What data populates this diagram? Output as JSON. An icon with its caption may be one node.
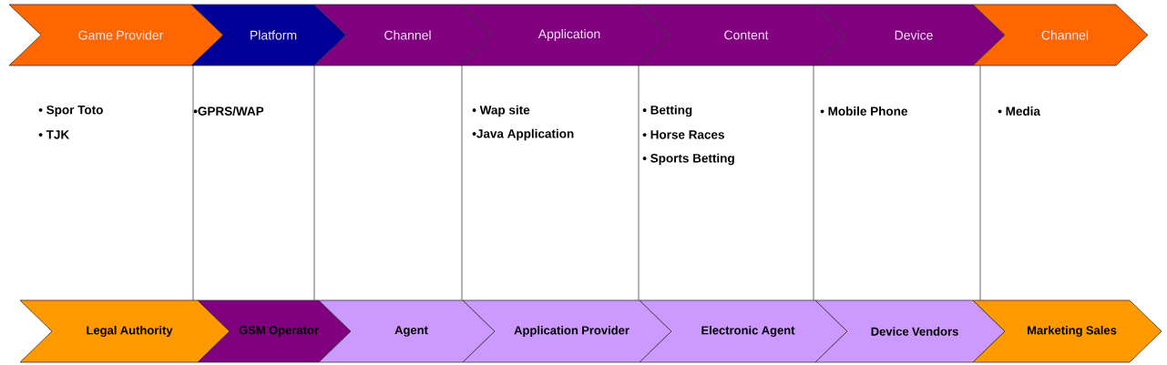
{
  "diagram": {
    "nodes": [
      {
        "text": [
          "Game Provider"
        ]
      },
      {
        "text": [
          "Platform"
        ]
      },
      {
        "text": [
          "Channel"
        ]
      },
      {
        "text": [
          "Application"
        ]
      },
      {
        "text": [
          "Content"
        ]
      },
      {
        "text": [
          "Device"
        ]
      },
      {
        "text": [
          "Channel"
        ]
      },
      {
        "text": [
          "Legal Authority"
        ]
      },
      {
        "text": [
          "GSM Operator"
        ]
      },
      {
        "text": [
          "Agent"
        ]
      },
      {
        "text": [
          "Application Provider"
        ]
      },
      {
        "text": [
          "Electronic Agent"
        ]
      },
      {
        "text": [
          "Device Vendors"
        ]
      },
      {
        "text": [
          "Marketing Sales"
        ]
      }
    ],
    "labels": [
      "• Spor Toto",
      "• TJK",
      "•GPRS/WAP",
      "• Wap site",
      "•Java Application",
      "• Betting",
      "•  Horse Races",
      "•  Sports Betting",
      "• Mobile Phone",
      "• Media"
    ]
  }
}
